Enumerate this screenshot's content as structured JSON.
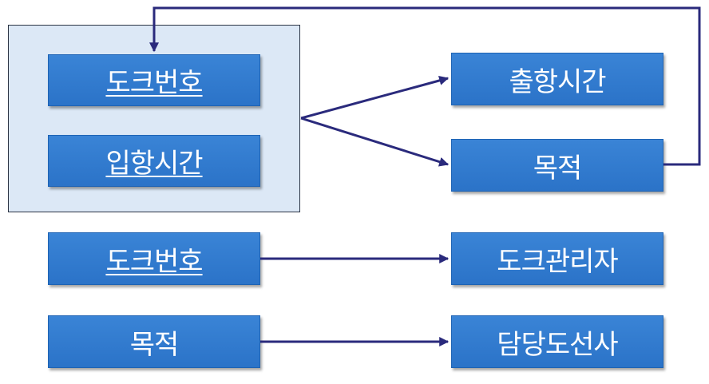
{
  "colors": {
    "box_fill": "#2f79cf",
    "group_fill": "#dce8f6",
    "arrow": "#2a2a7c"
  },
  "group": {
    "dock_number": "도크번호",
    "arrival_time": "입항시간"
  },
  "targets": {
    "departure_time": "출항시간",
    "destination": "목적"
  },
  "dependency_1": {
    "from": "도크번호",
    "to": "도크관리자"
  },
  "dependency_2": {
    "from": "목적",
    "to": "담당도선사"
  }
}
